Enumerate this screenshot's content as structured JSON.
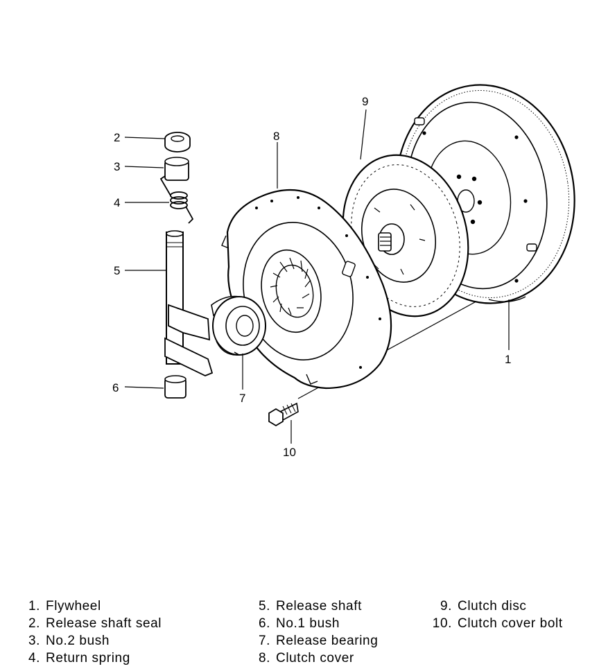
{
  "callouts": [
    {
      "id": "c1",
      "number": "1"
    },
    {
      "id": "c2",
      "number": "2"
    },
    {
      "id": "c3",
      "number": "3"
    },
    {
      "id": "c4",
      "number": "4"
    },
    {
      "id": "c5",
      "number": "5"
    },
    {
      "id": "c6",
      "number": "6"
    },
    {
      "id": "c7",
      "number": "7"
    },
    {
      "id": "c8",
      "number": "8"
    },
    {
      "id": "c9",
      "number": "9"
    },
    {
      "id": "c10",
      "number": "10"
    }
  ],
  "legend": {
    "col1": [
      {
        "number": "1.",
        "label": "Flywheel"
      },
      {
        "number": "2.",
        "label": "Release shaft seal"
      },
      {
        "number": "3.",
        "label": "No.2 bush"
      },
      {
        "number": "4.",
        "label": "Return spring"
      }
    ],
    "col2": [
      {
        "number": "5.",
        "label": "Release shaft"
      },
      {
        "number": "6.",
        "label": "No.1 bush"
      },
      {
        "number": "7.",
        "label": "Release bearing"
      },
      {
        "number": "8.",
        "label": "Clutch cover"
      }
    ],
    "col3": [
      {
        "number": "9.",
        "label": "Clutch disc"
      },
      {
        "number": "10.",
        "label": "Clutch cover bolt"
      }
    ]
  }
}
